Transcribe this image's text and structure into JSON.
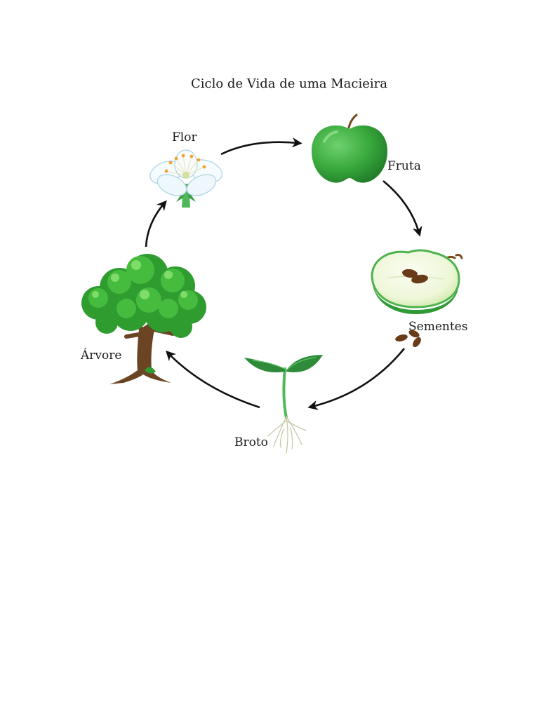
{
  "title": "Ciclo de Vida de uma Macieira",
  "stages": [
    {
      "label": "Flor",
      "icon": "flower-icon"
    },
    {
      "label": "Fruta",
      "icon": "apple-icon"
    },
    {
      "label": "Sementes",
      "icon": "cut-apple-seeds-icon"
    },
    {
      "label": "Broto",
      "icon": "sprout-icon"
    },
    {
      "label": "Árvore",
      "icon": "tree-icon"
    }
  ],
  "colors": {
    "apple_green": "#3aa83f",
    "leaf_green": "#2e8b3a",
    "trunk_brown": "#6b4423",
    "arrow": "#111111"
  }
}
